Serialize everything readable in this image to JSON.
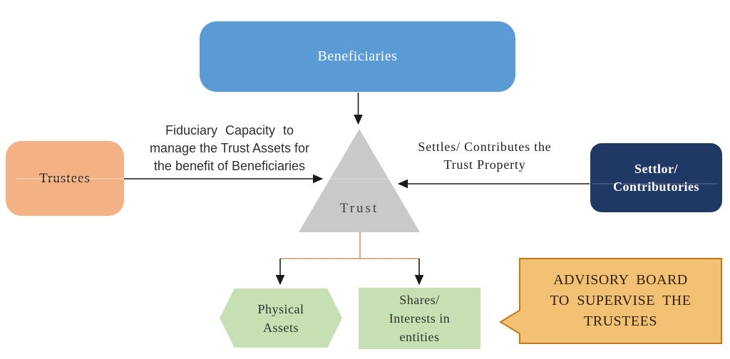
{
  "diagram": {
    "type": "trust-structure-flowchart",
    "colors": {
      "beneficiaries_fill": "#5B9BD5",
      "trustees_fill": "#F4B183",
      "settlor_fill": "#1F3864",
      "trust_triangle_fill": "#C9C9C9",
      "assets_fill": "#C6E0B4",
      "banner_fill": "#F2C173",
      "banner_border": "#C8761C",
      "connector_dark": "#1a1a1a",
      "connector_tan": "#c79a62"
    },
    "nodes": {
      "beneficiaries": {
        "label": "Beneficiaries"
      },
      "trustees": {
        "label": "Trustees"
      },
      "trust": {
        "label": "Trust"
      },
      "settlor": {
        "line1": "Settlor/",
        "line2": "Contributories"
      },
      "physical_assets": {
        "line1": "Physical",
        "line2": "Assets"
      },
      "shares": {
        "line1": "Shares/",
        "line2": "Interests in",
        "line3": "entities"
      },
      "advisory_board": {
        "line1": "ADVISORY BOARD",
        "line2": "TO SUPERVISE THE",
        "line3": "TRUSTEES"
      }
    },
    "edge_labels": {
      "fiduciary": {
        "line1": "Fiduciary Capacity to",
        "line2": "manage the Trust Assets for",
        "line3": "the benefit of Beneficiaries"
      },
      "settles": {
        "line1": "Settles/ Contributes the",
        "line2": "Trust Property"
      }
    }
  }
}
